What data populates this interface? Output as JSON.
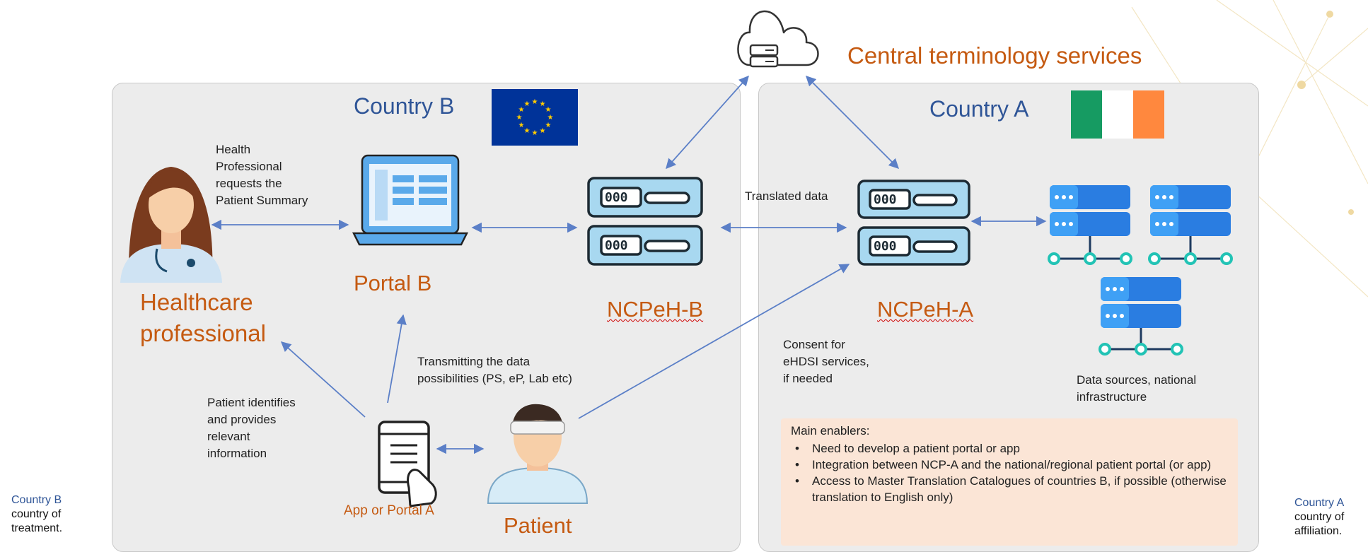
{
  "cloud_label": "Central terminology services",
  "country_b": {
    "title": "Country B",
    "portal_label": "Portal B",
    "ncp_label": "NCPeH-B",
    "hcp_label_line1": "Healthcare",
    "hcp_label_line2": "professional",
    "patient_label": "Patient",
    "app_label": "App or Portal A",
    "note_hcp": [
      "Health",
      "Professional",
      "requests the",
      "Patient Summary"
    ],
    "note_transmit": [
      "Transmitting the data",
      "possibilities  (PS, eP, Lab etc)"
    ],
    "note_patient": [
      "Patient identifies",
      "and provides",
      "relevant",
      "information"
    ]
  },
  "country_a": {
    "title": "Country A",
    "ncp_label": "NCPeH-A",
    "translated_data": "Translated data",
    "consent_note": [
      "Consent for",
      "eHDSI services,",
      "if needed"
    ],
    "data_sources_note": [
      "Data sources, national",
      "infrastructure"
    ]
  },
  "enablers": {
    "title": "Main enablers:",
    "items": [
      "Need to develop a patient portal or app",
      "Integration between NCP-A and the national/regional patient portal (or app)",
      "Access to Master Translation Catalogues of countries B, if possible (otherwise translation to English only)"
    ]
  },
  "side_left": [
    "Country B",
    "country of",
    "treatment."
  ],
  "side_right": [
    "Country A",
    "country of",
    "affiliation."
  ],
  "colors": {
    "orange": "#c55a11",
    "blue": "#2f5597",
    "arrow": "#5b7fc7",
    "eu_flag": "#003399",
    "ie_green": "#169b62",
    "ie_orange": "#ff883e"
  }
}
